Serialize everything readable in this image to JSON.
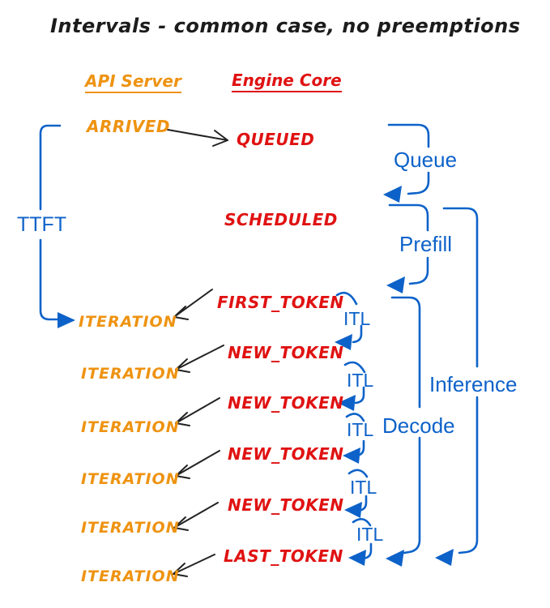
{
  "title": "Intervals - common case, no preemptions",
  "colors": {
    "blue": "#0D62C9",
    "orange": "#EE9312",
    "red": "#E01212",
    "black": "#222222"
  },
  "columns": {
    "api_server": "API Server",
    "engine_core": "Engine Core"
  },
  "api_events": {
    "arrived": "ARRIVED",
    "iterations": [
      "ITERATION",
      "ITERATION",
      "ITERATION",
      "ITERATION",
      "ITERATION",
      "ITERATION"
    ]
  },
  "engine_events": {
    "queued": "QUEUED",
    "scheduled": "SCHEDULED",
    "first_token": "FIRST_TOKEN",
    "new_tokens": [
      "NEW_TOKEN",
      "NEW_TOKEN",
      "NEW_TOKEN",
      "NEW_TOKEN"
    ],
    "last_token": "LAST_TOKEN"
  },
  "intervals": {
    "ttft": "TTFT",
    "queue": "Queue",
    "prefill": "Prefill",
    "decode": "Decode",
    "inference": "Inference",
    "itl_labels": [
      "ITL",
      "ITL",
      "ITL",
      "ITL",
      "ITL"
    ]
  }
}
